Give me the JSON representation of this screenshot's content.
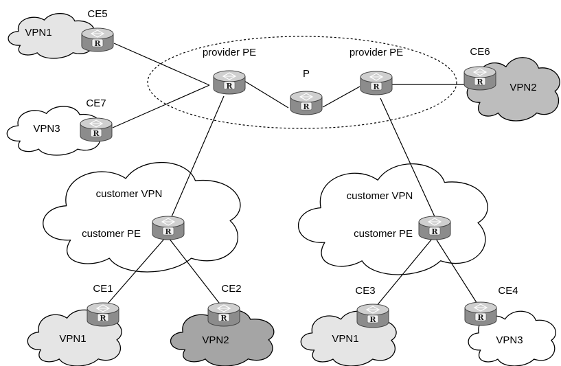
{
  "colors": {
    "cloud_light": "#e5e5e5",
    "cloud_mid": "#bdbdbd",
    "cloud_dark": "#a5a5a5",
    "cloud_white": "#ffffff",
    "router_body": "#8c8c8c",
    "router_top": "#cfcfcf"
  },
  "router_icon_label": "R",
  "clouds": [
    {
      "id": "vpn1-ce5",
      "label": "VPN1",
      "shade": "light"
    },
    {
      "id": "vpn3-ce7",
      "label": "VPN3",
      "shade": "white"
    },
    {
      "id": "vpn2-ce6",
      "label": "VPN2",
      "shade": "mid"
    },
    {
      "id": "customer-vpn-left",
      "label": "customer VPN",
      "shade": "white"
    },
    {
      "id": "customer-vpn-right",
      "label": "customer VPN",
      "shade": "white"
    },
    {
      "id": "vpn1-ce1",
      "label": "VPN1",
      "shade": "light"
    },
    {
      "id": "vpn2-ce2",
      "label": "VPN2",
      "shade": "dark"
    },
    {
      "id": "vpn1-ce3",
      "label": "VPN1",
      "shade": "light"
    },
    {
      "id": "vpn3-ce4",
      "label": "VPN3",
      "shade": "white"
    }
  ],
  "routers": [
    {
      "id": "ce5",
      "label": "CE5"
    },
    {
      "id": "ce7",
      "label": "CE7"
    },
    {
      "id": "pe-left",
      "label": "provider PE"
    },
    {
      "id": "p",
      "label": "P"
    },
    {
      "id": "pe-right",
      "label": "provider PE"
    },
    {
      "id": "ce6",
      "label": "CE6"
    },
    {
      "id": "cpe-left",
      "label": "customer PE"
    },
    {
      "id": "cpe-right",
      "label": "customer PE"
    },
    {
      "id": "ce1",
      "label": "CE1"
    },
    {
      "id": "ce2",
      "label": "CE2"
    },
    {
      "id": "ce3",
      "label": "CE3"
    },
    {
      "id": "ce4",
      "label": "CE4"
    }
  ],
  "links": [
    [
      "ce5",
      "pe-left"
    ],
    [
      "ce7",
      "pe-left"
    ],
    [
      "pe-left",
      "p"
    ],
    [
      "p",
      "pe-right"
    ],
    [
      "pe-right",
      "ce6"
    ],
    [
      "pe-left",
      "cpe-left"
    ],
    [
      "pe-right",
      "cpe-right"
    ],
    [
      "cpe-left",
      "ce1"
    ],
    [
      "cpe-left",
      "ce2"
    ],
    [
      "cpe-right",
      "ce3"
    ],
    [
      "cpe-right",
      "ce4"
    ]
  ]
}
